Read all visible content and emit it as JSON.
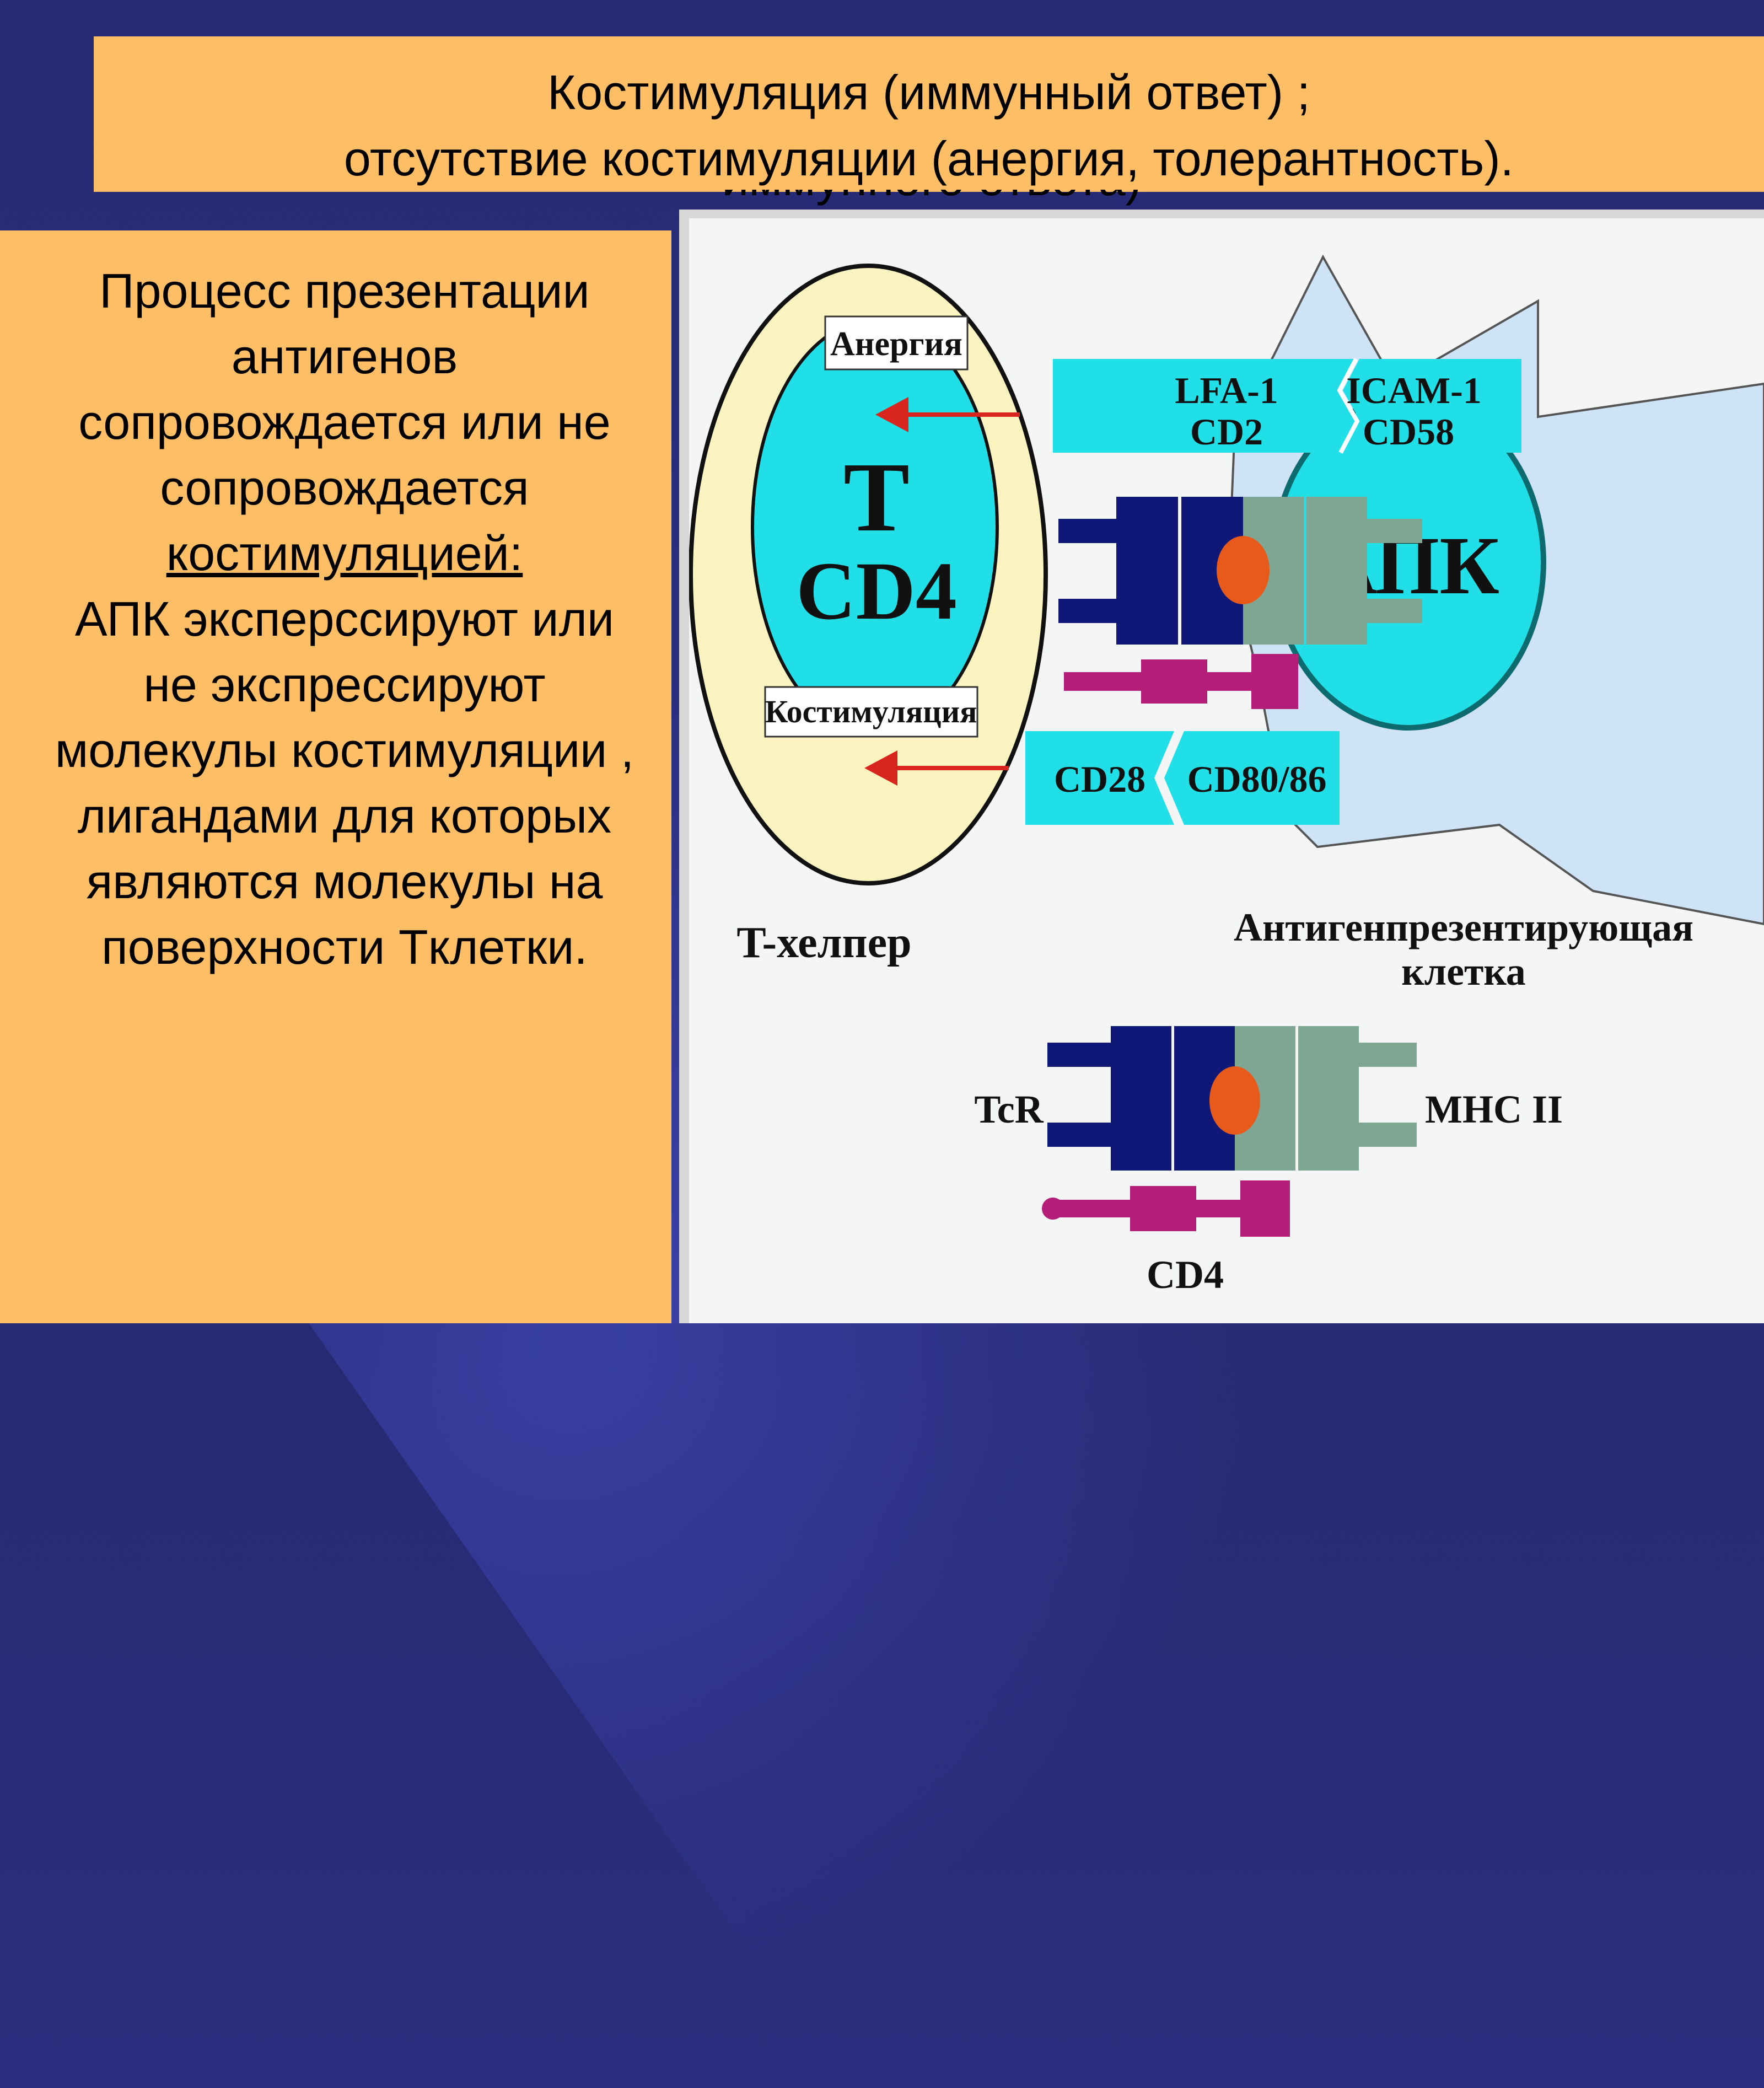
{
  "slide": {
    "title_line1": "Костимуляция (иммунный ответ) ;",
    "title_line2": "отсутствие костимуляции (анергия, толерантность).",
    "title_ghost": "иммунного ответа)"
  },
  "body": {
    "para1": "Процесс презентации антигенов сопровождается или не сопровождается",
    "para1_underlined": "костимуляцией: ",
    "para2": "АПК эксперссируют или не экспрессируют молекулы костимуляции , лигандами для которых являются молекулы на поверхности Tклетки."
  },
  "figure": {
    "t_cell": {
      "label_t": "T",
      "label_cd4": "CD4",
      "caption": "T-хелпер"
    },
    "apc": {
      "label": "АПК",
      "caption_line1": "Антигенпрезентирующая",
      "caption_line2": "клетка"
    },
    "box_anergy": "Анергия",
    "box_costim": "Костимуляция",
    "pair1_left_top": "LFA-1",
    "pair1_left_bottom": "CD2",
    "pair1_right_top": "ICAM-1",
    "pair1_right_bottom": "CD58",
    "pair2_left": "CD28",
    "pair2_right": "CD80/86",
    "legend": {
      "tcr": "TcR",
      "mhc": "MHC II",
      "cd4": "CD4"
    },
    "colors": {
      "cyan": "#21dfe6",
      "t_cell_outer": "#fbf3c0",
      "apc_body": "#cfe3f7",
      "tcr": "#0f1877",
      "mhc": "#7fa693",
      "cd4": "#b51e78",
      "antigen": "#e85a1a",
      "arrow": "#d8261e"
    }
  }
}
